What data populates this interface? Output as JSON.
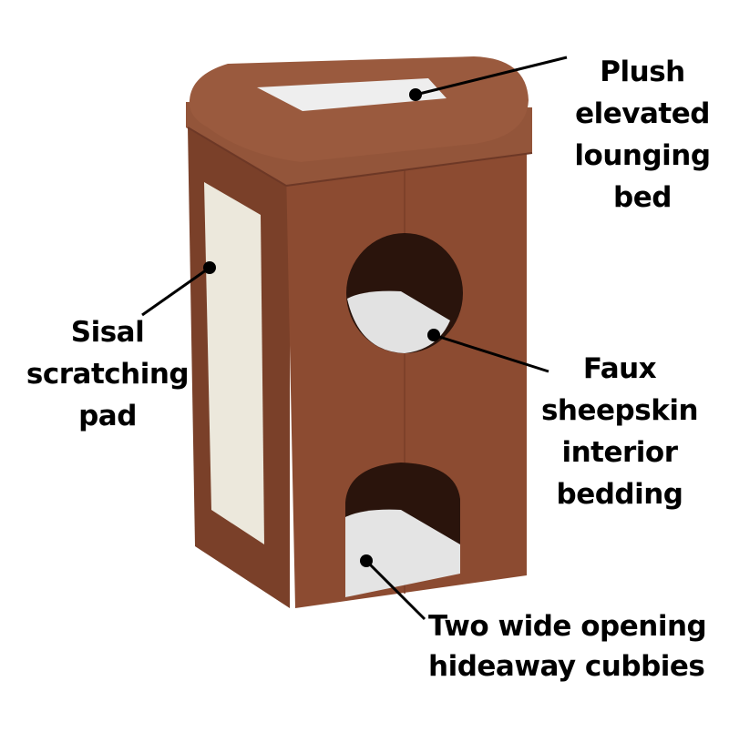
{
  "image": {
    "subject": "three-level cat condo tower",
    "colors": {
      "background": "#ffffff",
      "suede_brown": "#8a4a31",
      "suede_dark": "#6e3a26",
      "suede_light": "#9a5a3e",
      "sisal": "#ece8dc",
      "sheepskin": "#e6e6e6",
      "interior_dark": "#2a140c",
      "callout": "#000000"
    }
  },
  "callouts": [
    {
      "id": "plush-bed",
      "lines": [
        "Plush",
        "elevated",
        "lounging",
        "bed"
      ]
    },
    {
      "id": "sisal-pad",
      "lines": [
        "Sisal",
        "scratching",
        "pad"
      ]
    },
    {
      "id": "sheepskin-bedding",
      "lines": [
        "Faux",
        "sheepskin",
        "interior",
        "bedding"
      ]
    },
    {
      "id": "cubbies",
      "lines": [
        "Two wide opening",
        "hideaway cubbies"
      ]
    }
  ]
}
